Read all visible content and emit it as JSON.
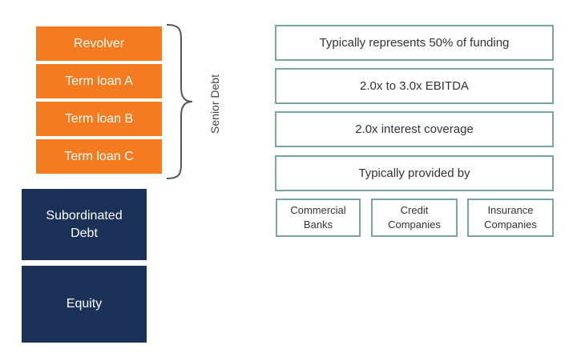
{
  "capital_stack": {
    "senior_debt_label": "Senior Debt",
    "senior_items": [
      "Revolver",
      "Term loan A",
      "Term loan B",
      "Term loan C"
    ],
    "subordinated_lines": [
      "Subordinated",
      "Debt"
    ],
    "equity": "Equity"
  },
  "details": {
    "funding": "Typically represents 50% of funding",
    "ebitda": "2.0x to 3.0x EBITDA",
    "interest": "2.0x interest coverage",
    "provided_by": "Typically provided by",
    "providers": [
      [
        "Commercial",
        "Banks"
      ],
      [
        "Credit",
        "Companies"
      ],
      [
        "Insurance",
        "Companies"
      ]
    ]
  },
  "colors": {
    "senior_fill": "#f47b20",
    "junior_fill": "#1c3157",
    "box_border": "#7aa5a7"
  }
}
